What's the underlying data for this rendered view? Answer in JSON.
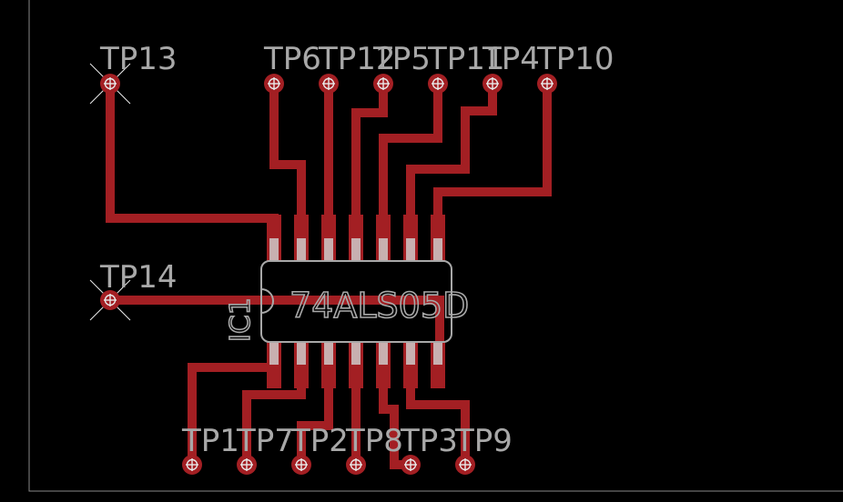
{
  "board": {
    "ic": {
      "part": "74ALS05D",
      "name": "IC1"
    },
    "test_points": [
      "TP13",
      "TP14",
      "TP6",
      "TP12",
      "TP5",
      "TP11",
      "TP4",
      "TP10",
      "TP1",
      "TP7",
      "TP2",
      "TP8",
      "TP3",
      "TP9"
    ]
  },
  "colors": {
    "background": "#000000",
    "copper": "#a31f23",
    "silkscreen": "#a8a8a8"
  }
}
